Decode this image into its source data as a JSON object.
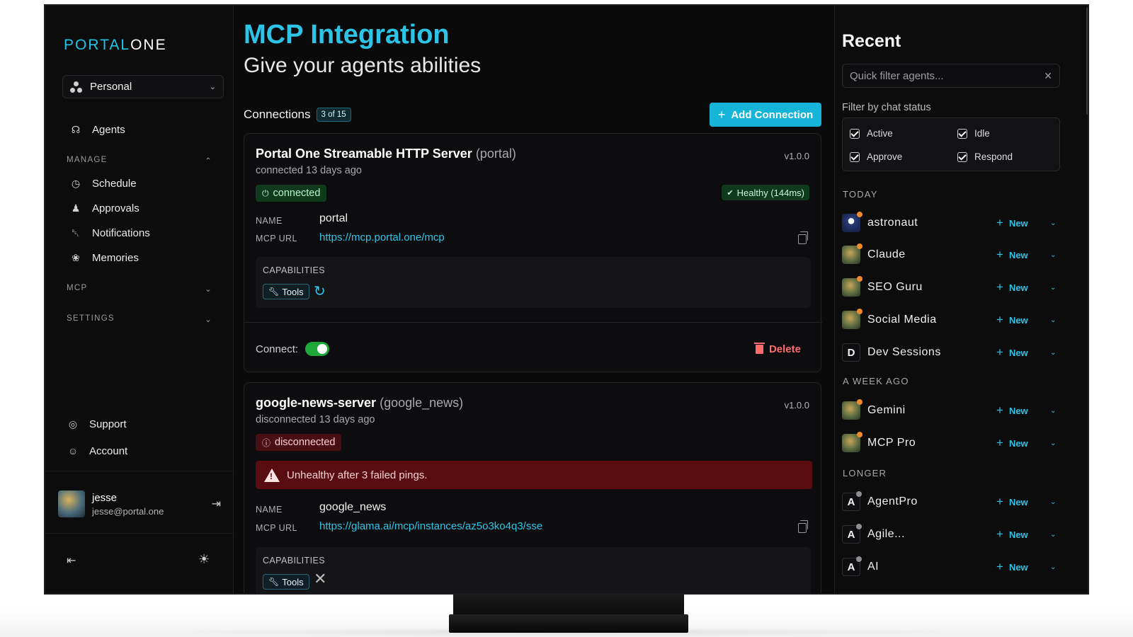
{
  "brand": {
    "part1": "PORTAL",
    "part2": "ONE"
  },
  "workspace": {
    "label": "Personal"
  },
  "nav": {
    "agents": "Agents",
    "manage_header": "MANAGE",
    "schedule": "Schedule",
    "approvals": "Approvals",
    "notifications": "Notifications",
    "memories": "Memories",
    "mcp_header": "MCP",
    "settings_header": "SETTINGS",
    "support": "Support",
    "account": "Account"
  },
  "user": {
    "name": "jesse",
    "email": "jesse@portal.one"
  },
  "page": {
    "title": "MCP Integration",
    "subtitle": "Give your agents abilities"
  },
  "connections": {
    "label": "Connections",
    "count": "3 of 15",
    "add_label": "Add Connection",
    "items": [
      {
        "server": "Portal One Streamable HTTP Server",
        "alias": "(portal)",
        "version": "v1.0.0",
        "when": "connected 13 days ago",
        "status": "connected",
        "health": "Healthy (144ms)",
        "name_label": "NAME",
        "name": "portal",
        "url_label": "MCP URL",
        "url": "https://mcp.portal.one/mcp",
        "caps_label": "CAPABILITIES",
        "tag": "Tools",
        "connect_label": "Connect:",
        "delete_label": "Delete"
      },
      {
        "server": "google-news-server",
        "alias": "(google_news)",
        "version": "v1.0.0",
        "when": "disconnected 13 days ago",
        "status": "disconnected",
        "alert": "Unhealthy after 3 failed pings.",
        "name_label": "NAME",
        "name": "google_news",
        "url_label": "MCP URL",
        "url": "https://glama.ai/mcp/instances/az5o3ko4q3/sse",
        "caps_label": "CAPABILITIES",
        "tag": "Tools"
      }
    ]
  },
  "recent": {
    "title": "Recent",
    "search_placeholder": "Quick filter agents...",
    "filter_label": "Filter by chat status",
    "filters": [
      "Active",
      "Idle",
      "Approve",
      "Respond"
    ],
    "groups": {
      "today": "TODAY",
      "week": "A WEEK AGO",
      "longer": "LONGER"
    },
    "new_label": "New",
    "agents": {
      "today": [
        "astronaut",
        "Claude",
        "SEO Guru",
        "Social Media",
        "Dev Sessions"
      ],
      "week": [
        "Gemini",
        "MCP Pro"
      ],
      "longer": [
        "AgentPro",
        "Agile...",
        "AI"
      ]
    },
    "letters": {
      "dev": "D",
      "a": "A"
    }
  },
  "colors": {
    "accent": "#16b4d8",
    "success": "#1ea838",
    "danger": "#ff6b6b",
    "background": "#0a0a0b"
  }
}
